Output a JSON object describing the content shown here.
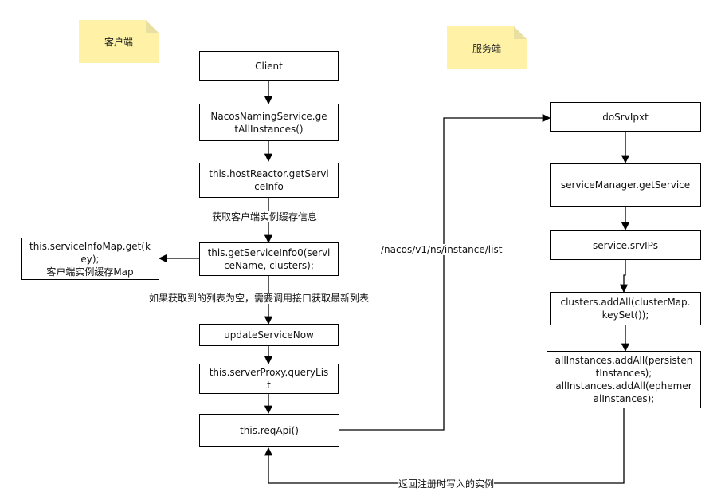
{
  "colors": {
    "note_bg": "#fff2a6",
    "line": "#000000",
    "box_border": "#000000"
  },
  "notes": {
    "client_side": "客户端",
    "server_side": "服务端"
  },
  "boxes": {
    "client": "Client",
    "naming_service": "NacosNamingService.ge\ntAllInstances()",
    "host_reactor": "this.hostReactor.getServi\nceInfo",
    "get_service_info0": "this.getServiceInfo0(servi\nceName, clusters);",
    "service_info_map": "this.serviceInfoMap.get(k\ney);\n客户端实例缓存Map",
    "update_service_now": "updateServiceNow",
    "server_proxy": "this.serverProxy.queryLis\nt",
    "req_api": "this.reqApi()",
    "do_srv_ipxt": "doSrvIpxt",
    "service_manager": "serviceManager.getService",
    "service_srv_ips": "service.srvIPs",
    "clusters_add_all": "clusters.addAll(clusterMap.\nkeySet());",
    "all_instances": "allInstances.addAll(persisten\ntInstances);\nallInstances.addAll(ephemer\nalInstances);"
  },
  "labels": {
    "get_client_cache": "获取客户端实例缓存信息",
    "if_empty": "如果获取到的列表为空，需要调用接口获取最新列表",
    "api_path": "/nacos/v1/ns/instance/list",
    "return_instances": "返回注册时写入的实例"
  }
}
